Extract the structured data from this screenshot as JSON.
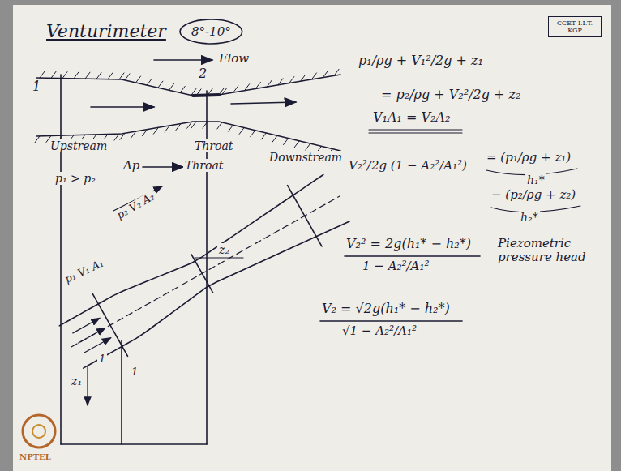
{
  "diagram": {
    "title": "Venturimeter",
    "nodes": [
      {
        "text": [
          "8°-10°"
        ]
      },
      {
        "text": [
          "CCET I.I.T. KGP"
        ]
      }
    ],
    "labels": [
      "Flow",
      "1",
      "2",
      "Upstream",
      "Throat",
      "Throat",
      "Downstream",
      "Δp",
      "p₁ > p₂",
      "p₂ V₂ A₂",
      "p₁ V₁ A₁",
      "z₂",
      "z₁",
      "1",
      "1",
      "p₁/ρg + V₁²/2g + z₁",
      "= p₂/ρg + V₂²/2g + z₂",
      "V₁A₁ = V₂A₂",
      "V₂²/2g (1 − A₂²/A₁²)",
      "= (p₁/ρg + z₁)",
      "h₁*",
      "− (p₂/ρg + z₂)",
      "h₂*",
      "V₂² = 2g(h₁* − h₂*)",
      "1 − A₂²/A₁²",
      "V₂ = √2g(h₁* − h₂*)",
      "√1 − A₂²/A₁²",
      "Piezometric pressure head",
      "NPTEL"
    ]
  }
}
